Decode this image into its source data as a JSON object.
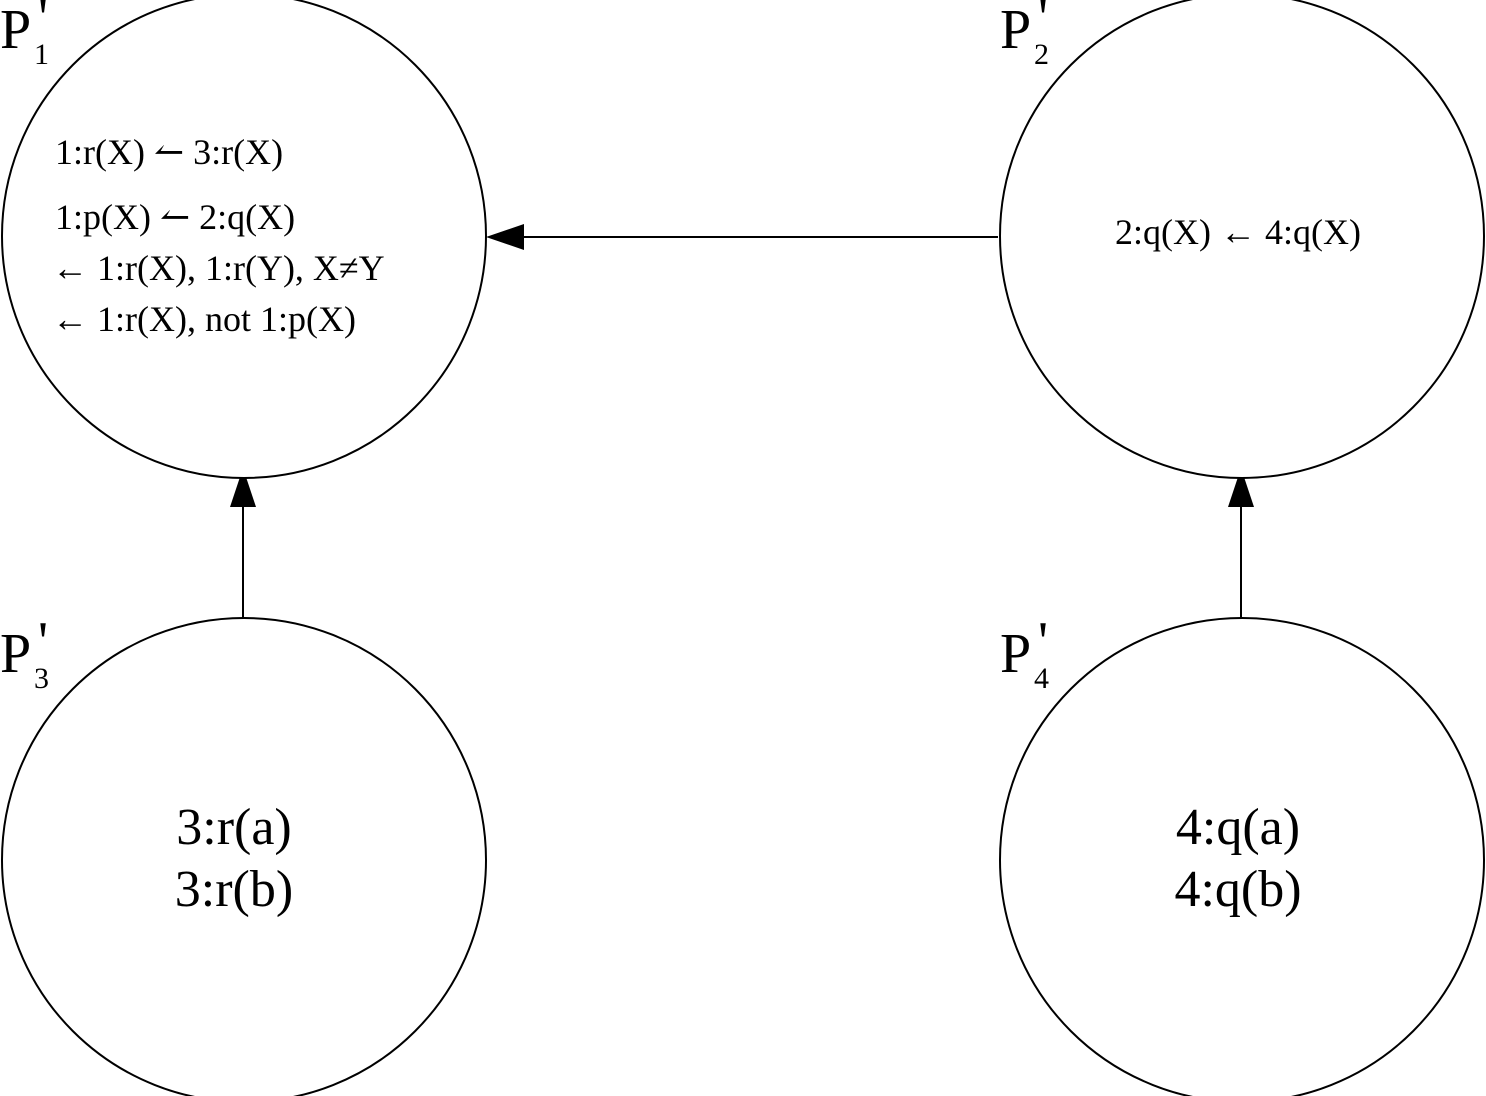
{
  "nodes": {
    "p1": {
      "label": "P",
      "prime": "'",
      "subscript": "1",
      "rules": [
        "1:r(X) ↼ 3:r(X)",
        "1:p(X) ↼ 2:q(X)",
        "← 1:r(X), 1:r(Y), X≠Y",
        "← 1:r(X), not 1:p(X)"
      ]
    },
    "p2": {
      "label": "P",
      "prime": "'",
      "subscript": "2",
      "rules": [
        "2:q(X) ← 4:q(X)"
      ]
    },
    "p3": {
      "label": "P",
      "prime": "'",
      "subscript": "3",
      "facts": [
        "3:r(a)",
        "3:r(b)"
      ]
    },
    "p4": {
      "label": "P",
      "prime": "'",
      "subscript": "4",
      "facts": [
        "4:q(a)",
        "4:q(b)"
      ]
    }
  },
  "edges": [
    {
      "from": "p2",
      "to": "p1"
    },
    {
      "from": "p3",
      "to": "p1"
    },
    {
      "from": "p4",
      "to": "p2"
    }
  ],
  "colors": {
    "stroke": "#000000",
    "background": "#ffffff"
  }
}
